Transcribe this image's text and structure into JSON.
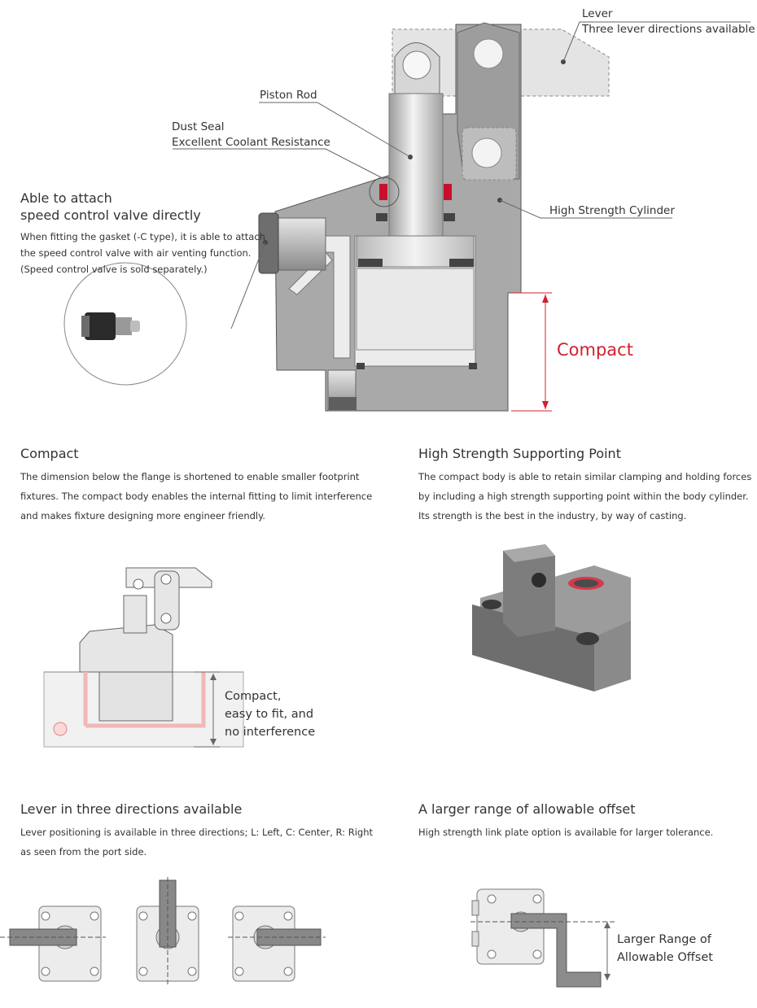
{
  "callouts": {
    "lever_title": "Lever",
    "lever_sub": "Three lever directions available",
    "piston_rod": "Piston Rod",
    "dust_seal_1": "Dust Seal",
    "dust_seal_2": "Excellent Coolant Resistance",
    "high_strength_cylinder": "High Strength Cylinder",
    "compact": "Compact"
  },
  "valve": {
    "title_1": "Able to attach",
    "title_2": "speed control valve directly",
    "desc_1": "When fitting the gasket (-C type), it is able to attach",
    "desc_2": "the speed control valve with air venting function.",
    "desc_3": "(Speed control valve is sold separately.)"
  },
  "sections": {
    "compact": {
      "heading": "Compact",
      "line1": "The dimension below the flange is shortened to enable smaller footprint",
      "line2": "fixtures. The compact body enables the internal fitting to limit interference",
      "line3": "and makes fixture designing more engineer friendly."
    },
    "support": {
      "heading": "High Strength Supporting Point",
      "line1": "The compact body is able to retain similar clamping and holding forces",
      "line2": "by including a high strength supporting point within the body cylinder.",
      "line3": "Its strength is the best in the industry, by way of casting."
    },
    "lever": {
      "heading": "Lever in three directions available",
      "line1": "Lever positioning is available in three directions; L: Left, C: Center, R: Right",
      "line2": "as seen from the port side."
    },
    "offset": {
      "heading": "A larger range of allowable offset",
      "line1": "High strength link plate option is available for larger tolerance."
    }
  },
  "compact_diagram": {
    "label_1": "Compact,",
    "label_2": "easy to fit, and",
    "label_3": "no interference"
  },
  "offset_diagram": {
    "label_1": "Larger Range of",
    "label_2": "Allowable Offset"
  },
  "colors": {
    "accent_red": "#d1202f",
    "body_gray": "#a9a9a9",
    "light_gray": "#dcdcdc",
    "line_gray": "#666666"
  }
}
